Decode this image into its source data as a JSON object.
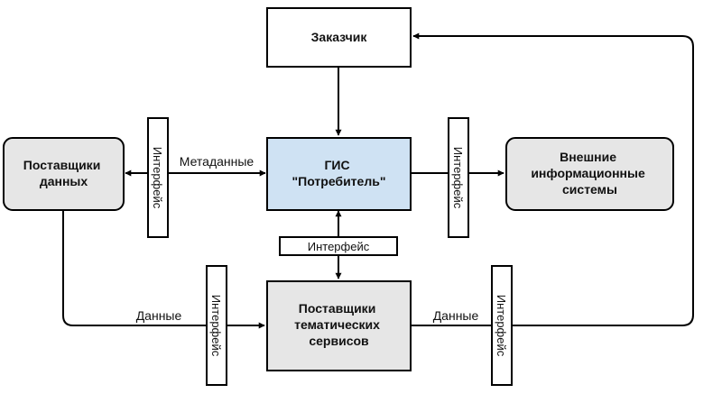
{
  "colors": {
    "stroke": "#000000",
    "box_white": "#ffffff",
    "box_gray": "#e6e6e6",
    "box_blue": "#cfe2f3"
  },
  "nodes": {
    "customer": {
      "lines": [
        "Заказчик"
      ]
    },
    "gis": {
      "lines": [
        "ГИС",
        "\"Потребитель\""
      ]
    },
    "data_providers": {
      "lines": [
        "Поставщики",
        "данных"
      ]
    },
    "external_systems": {
      "lines": [
        "Внешние",
        "информационные",
        "системы"
      ]
    },
    "thematic_providers": {
      "lines": [
        "Поставщики",
        "тематических",
        "сервисов"
      ]
    }
  },
  "interfaces": {
    "left": "Интерфейс",
    "right": "Интерфейс",
    "center": "Интерфейс",
    "bottom_left": "Интерфейс",
    "bottom_right": "Интерфейс"
  },
  "edge_labels": {
    "metadata": "Метаданные",
    "data_left": "Данные",
    "data_right": "Данные"
  }
}
